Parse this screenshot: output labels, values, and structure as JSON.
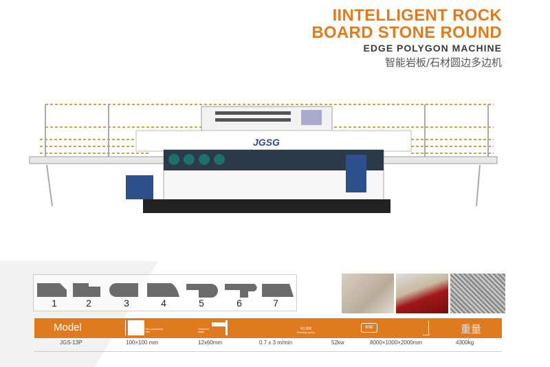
{
  "title": {
    "line1": "IINTELLIGENT ROCK",
    "line2": "BOARD STONE ROUND",
    "line3": "EDGE POLYGON MACHINE",
    "line4": "智能岩板/石材圆边多边机"
  },
  "machine": {
    "brand": "JGSG"
  },
  "profiles": {
    "labels": [
      "1",
      "2",
      "3",
      "4",
      "5",
      "6",
      "7"
    ]
  },
  "table": {
    "header": {
      "model": "Model",
      "size_label": "Min. processing size",
      "thickness_label": "Thickness range",
      "speed_label_cn": "加工速度",
      "speed_label": "Feeding speed",
      "power_label": "KW",
      "weight_label": "重量"
    },
    "row": {
      "model": "JGS-13P",
      "size": "100×100 mm",
      "thickness": "12x60mm",
      "speed": "0.7 x 3 m/min",
      "power": "52kw",
      "dimensions": "8000×1000×2000mm",
      "weight": "4300kg"
    }
  },
  "colors": {
    "accent": "#e07a1f"
  }
}
